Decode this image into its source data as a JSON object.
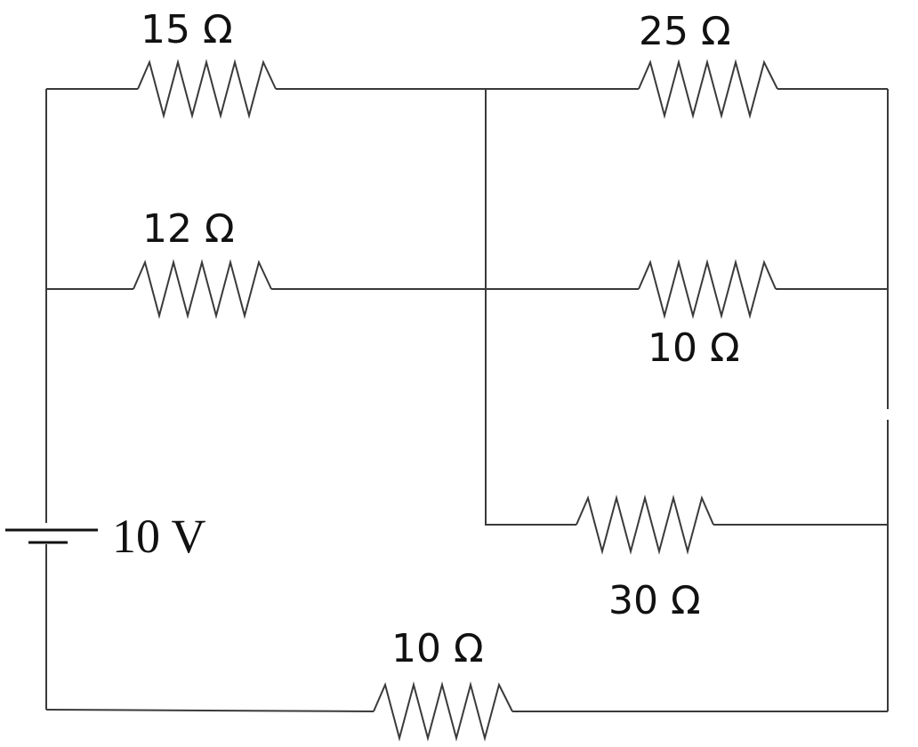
{
  "diagram": {
    "battery": {
      "label": "10 V"
    },
    "resistors": [
      {
        "id": "r1",
        "label": "15 Ω"
      },
      {
        "id": "r2",
        "label": "25 Ω"
      },
      {
        "id": "r3",
        "label": "12 Ω"
      },
      {
        "id": "r4",
        "label": "10 Ω"
      },
      {
        "id": "r5",
        "label": "30 Ω"
      },
      {
        "id": "r6",
        "label": "10 Ω"
      }
    ]
  }
}
